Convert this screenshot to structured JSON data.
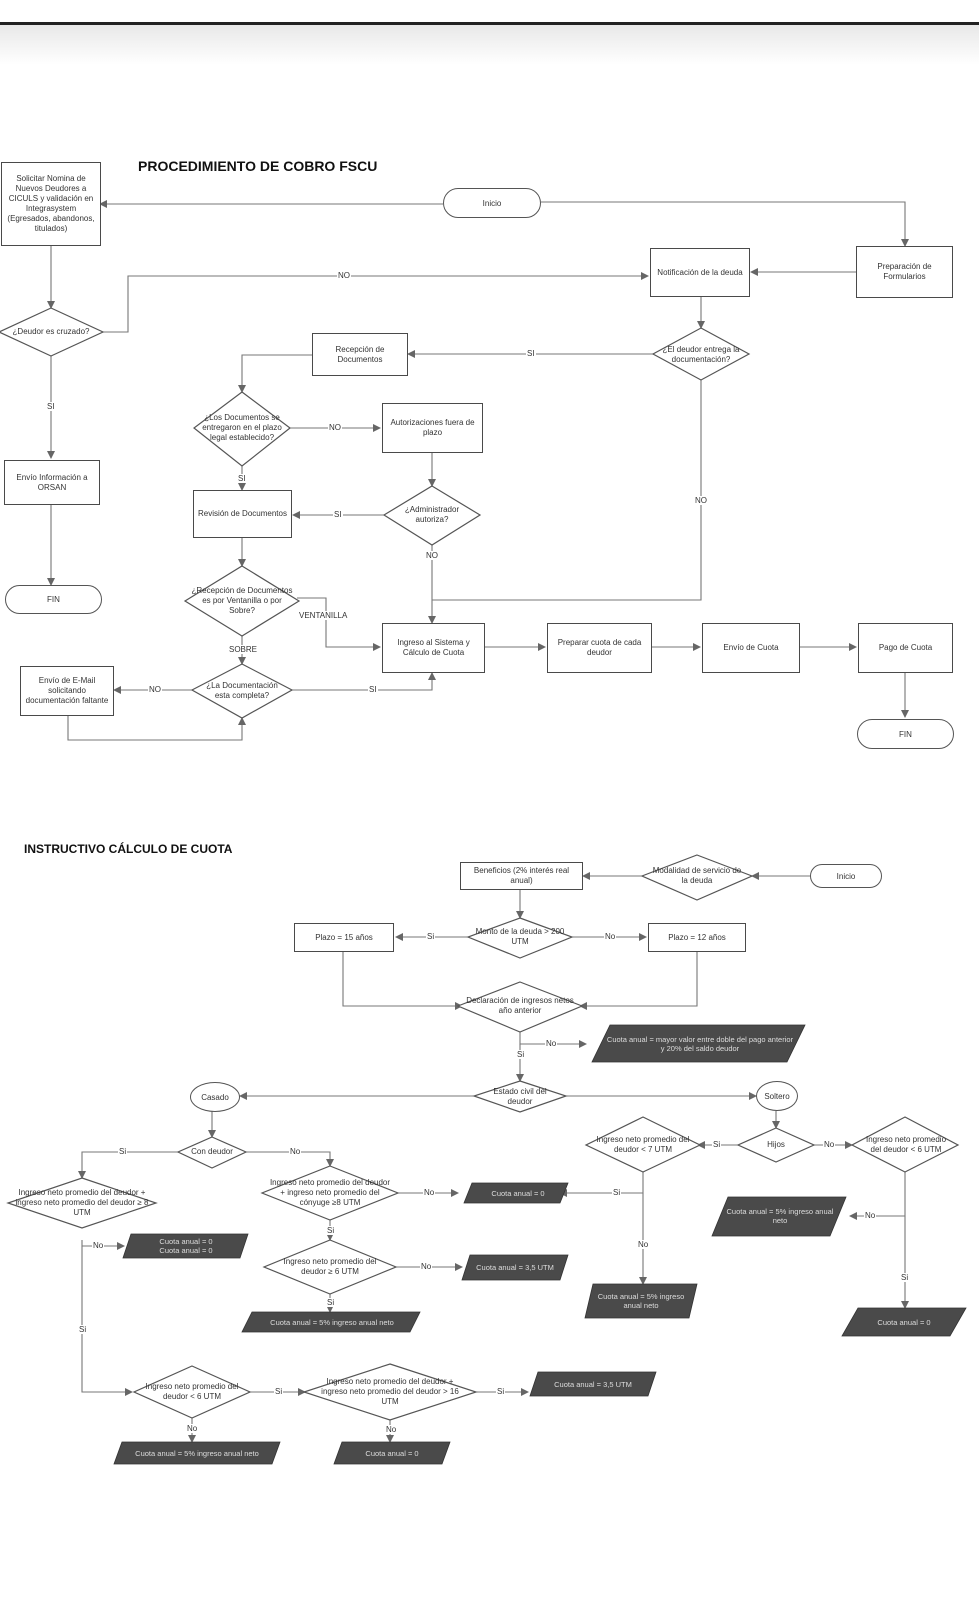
{
  "titles": {
    "procedure": "PROCEDIMIENTO DE COBRO FSCU",
    "instructions": "INSTRUCTIVO CÁLCULO DE CUOTA"
  },
  "flow1": {
    "solicitar": "Solicitar Nomina de Nuevos Deudores a CICULS y validación en Integrasystem (Egresados, abandonos, titulados)",
    "inicio": "Inicio",
    "preparacion": "Preparación de Formularios",
    "notificacion": "Notificación de la deuda",
    "deudor_cruzado": "¿Deudor es cruzado?",
    "entrega_doc": "¿El deudor entrega la documentación?",
    "recepcion": "Recepción de Documentos",
    "plazo_legal": "¿Los Documentos se entregaron en el plazo legal establecido?",
    "autorizaciones": "Autorizaciones fuera de plazo",
    "envio_orsan": "Envío Información a ORSAN",
    "admin_autoriza": "¿Administrador autoriza?",
    "revision": "Revisión de Documentos",
    "fin1": "FIN",
    "recepcion_ventanilla": "¿Recepción de Documentos es por Ventanilla o por Sobre?",
    "ingreso_sistema": "Ingreso al Sistema y Cálculo de Cuota",
    "preparar_cuota": "Preparar cuota de cada deudor",
    "envio_cuota": "Envío de Cuota",
    "pago_cuota": "Pago de Cuota",
    "envio_email": "Envío de E-Mail solicitando documentación faltante",
    "doc_completa": "¿La Documentación esta completa?",
    "fin2": "FIN",
    "labels": {
      "no_top": "NO",
      "si_cruzado": "SI",
      "si_entrega": "SI",
      "no_plazo": "NO",
      "si_plazo": "SI",
      "si_admin": "SI",
      "no_admin": "NO",
      "no_entrega": "NO",
      "ventanilla": "VENTANILLA",
      "sobre": "SOBRE",
      "no_completa": "NO",
      "si_completa": "SI"
    }
  },
  "flow2": {
    "beneficios": "Beneficios (2% interés real anual)",
    "modalidad": "Modalidad de servicio de la deuda",
    "inicio": "Inicio",
    "plazo15": "Plazo = 15 años",
    "monto": "Monto de la deuda > 200 UTM",
    "plazo12": "Plazo = 12 años",
    "declaracion": "Declaración de ingresos netos año anterior",
    "cuota_mayor": "Cuota anual = mayor valor entre doble del pago anterior y 20% del saldo deudor",
    "casado": "Casado",
    "estado_civil": "Estado civil del deudor",
    "soltero": "Soltero",
    "con_deudor": "Con deudor",
    "hijos": "Hijos",
    "ingreso_menor7": "Ingreso neto promedio del deudor < 7 UTM",
    "ingreso_menor6_s": "Ingreso neto promedio del deudor < 6 UTM",
    "ingreso_conjunto8": "Ingreso neto promedio del deudor + ingreso neto promedio del deudor ≥ 8 UTM",
    "ingreso_conyuge8": "Ingreso neto promedio del deudor + ingreso neto promedio del cónyuge ≥8 UTM",
    "cuota0_a": "Cuota anual = 0",
    "cuota5_s": "Cuota anual = 5% ingreso anual neto",
    "cuota00": "Cuota anual = 0\nCuota anual = 0",
    "ingreso_menor6_c": "Ingreso neto promedio del deudor ≥ 6 UTM",
    "cuota35_a": "Cuota anual = 3,5 UTM",
    "cuota5_h": "Cuota anual = 5% ingreso anual neto",
    "cuota5_c": "Cuota anual = 5% ingreso anual neto",
    "cuota0_s": "Cuota anual = 0",
    "ingreso_menor6_b": "Ingreso neto promedio del deudor < 6 UTM",
    "ingreso_mayor16": "Ingreso neto promedio del deudor + ingreso neto promedio del deudor > 16 UTM",
    "cuota35_b": "Cuota anual = 3,5 UTM",
    "cuota5_b": "Cuota anual = 5% ingreso anual neto",
    "cuota0_b": "Cuota anual = 0",
    "labels": {
      "si_monto": "Si",
      "no_monto": "No",
      "no_decl": "No",
      "si_decl": "Si",
      "si_con": "Si",
      "no_con": "No",
      "si_hijos": "Si",
      "no_hijos": "No",
      "no_conyuge": "No",
      "si_conyuge": "Si",
      "no_menor6c": "No",
      "si_menor6c": "Si",
      "si_menor7": "Si",
      "no_menor7": "No",
      "no_menor6s": "No",
      "si_menor6s": "Si",
      "no_conjunto": "No",
      "si_conjunto": "Si",
      "si_menor6b": "Si",
      "no_menor6b": "No",
      "si_mayor16": "Si",
      "no_mayor16": "No"
    }
  }
}
